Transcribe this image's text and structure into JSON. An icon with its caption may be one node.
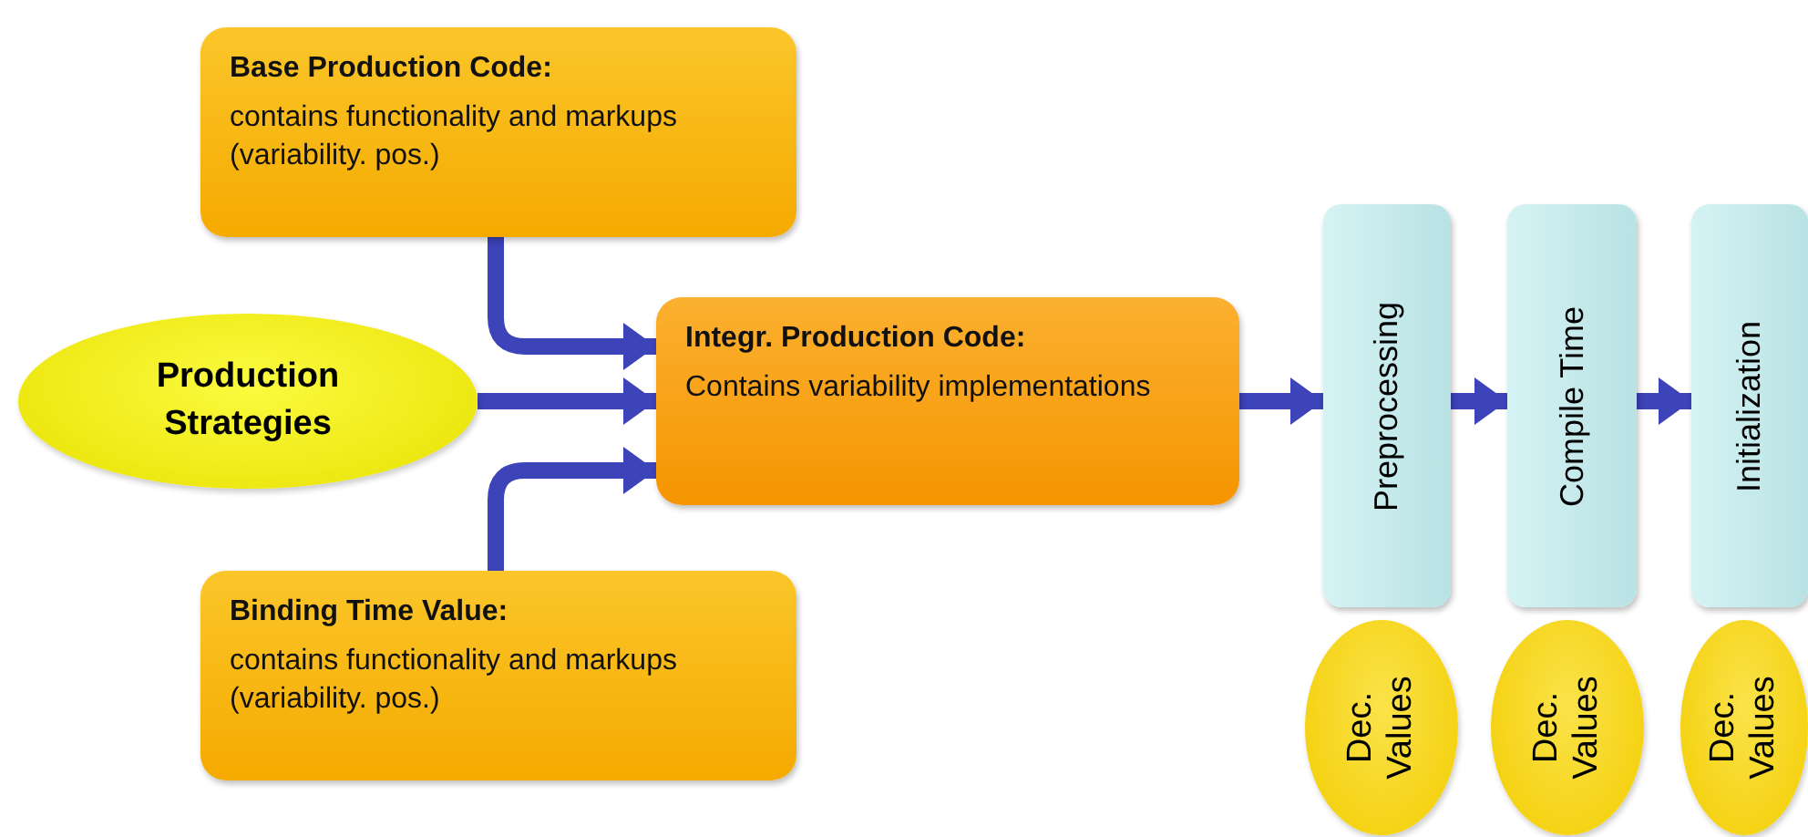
{
  "diagram": {
    "nodes": [
      {
        "text": [
          "Base Production Code:",
          "contains functionality and markups (variability. pos.)"
        ]
      },
      {
        "text": [
          "Production Strategies"
        ]
      },
      {
        "text": [
          "Integr. Production Code:",
          "Contains variability implementations"
        ]
      },
      {
        "text": [
          "Binding Time Value:",
          "contains functionality and markups (variability. pos.)"
        ]
      },
      {
        "text": [
          "Preprocessing"
        ]
      },
      {
        "text": [
          "Compile Time"
        ]
      },
      {
        "text": [
          "Initialization"
        ]
      },
      {
        "text": [
          "Dec. Values"
        ]
      },
      {
        "text": [
          "Dec. Values"
        ]
      },
      {
        "text": [
          "Dec. Values"
        ]
      }
    ],
    "edges": [
      {
        "from": 0,
        "to": 2,
        "arrow": "to"
      },
      {
        "from": 1,
        "to": 2,
        "arrow": "to"
      },
      {
        "from": 3,
        "to": 2,
        "arrow": "to"
      },
      {
        "from": 2,
        "to": 4,
        "arrow": "to"
      },
      {
        "from": 4,
        "to": 5,
        "arrow": "to"
      },
      {
        "from": 5,
        "to": 6,
        "arrow": "to"
      }
    ]
  }
}
